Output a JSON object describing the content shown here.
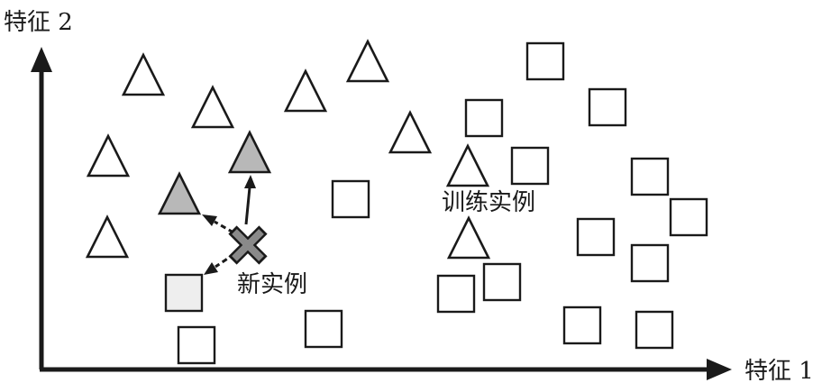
{
  "labels": {
    "y_axis": "特征 2",
    "x_axis": "特征 1",
    "training_example": "训练实例",
    "new_example": "新实例"
  },
  "colors": {
    "stroke": "#1a1a1a",
    "near_triangle_fill": "#b8b8b8",
    "near_square_fill": "#eeeeee",
    "new_instance_fill": "#8a8a8a"
  }
}
